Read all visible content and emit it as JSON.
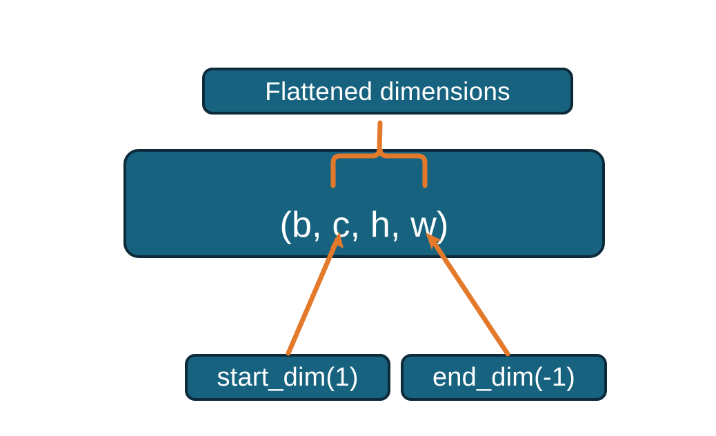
{
  "diagram": {
    "title_node": {
      "label": "Flattened dimensions"
    },
    "shape_node": {
      "label": "(b, c, h, w)"
    },
    "start_node": {
      "label": "start_dim(1)"
    },
    "end_node": {
      "label": "end_dim(-1)"
    },
    "connectors": [
      {
        "name": "brace-to-flattened",
        "kind": "curly-brace-pointer",
        "from": "shape-node-span-c-h-w",
        "to": "flattened-dimensions-node"
      },
      {
        "name": "start-dim-arrow",
        "kind": "arrow",
        "from": "start_dim(1)",
        "to": "shape-node-dim-c"
      },
      {
        "name": "end-dim-arrow",
        "kind": "arrow",
        "from": "end_dim(-1)",
        "to": "shape-node-dim-w"
      }
    ],
    "colors": {
      "box_fill": "#17637f",
      "box_border": "#0d2a3a",
      "box_text": "#ffffff",
      "connector": "#e3792b",
      "background": "#ffffff"
    }
  }
}
